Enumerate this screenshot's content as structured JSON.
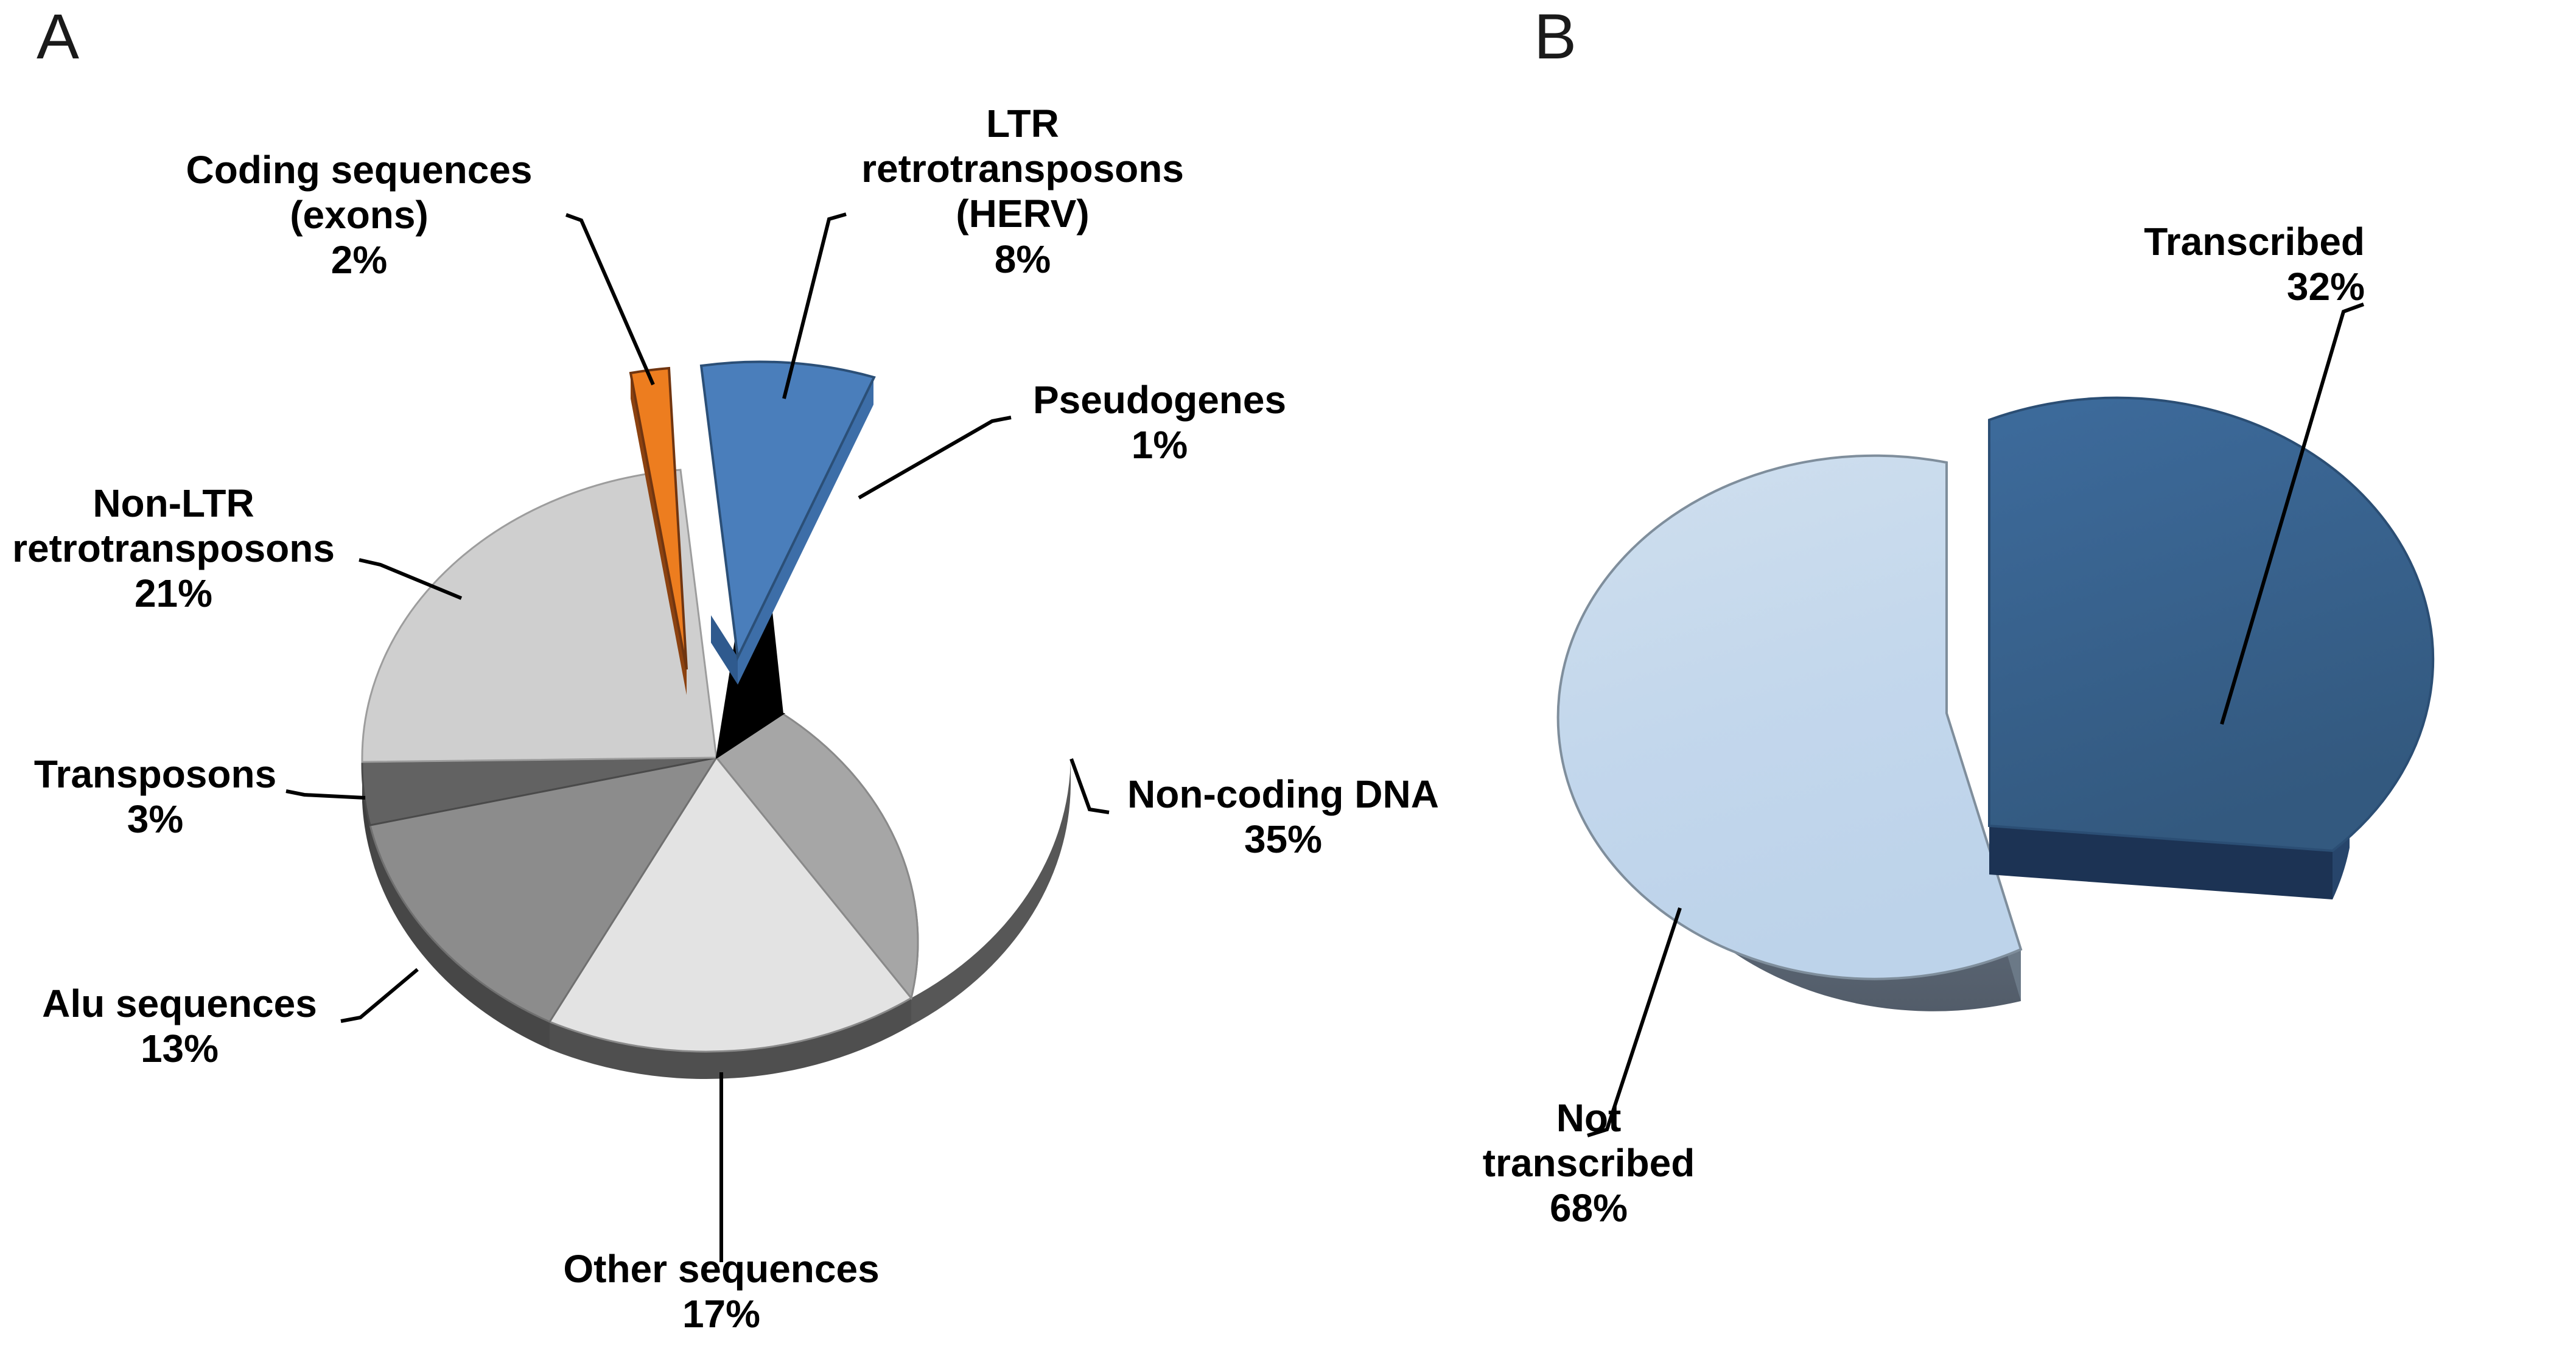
{
  "figure": {
    "background_color": "#ffffff",
    "panels": [
      {
        "letter": "A"
      },
      {
        "letter": "B"
      }
    ]
  },
  "panelA": {
    "letter": "A",
    "labels": [
      {
        "name": "coding-sequences",
        "text": "Coding sequences\n(exons)\n2%"
      },
      {
        "name": "ltr-retrotransposons",
        "text": "LTR\nretrotransposons\n(HERV)\n8%"
      },
      {
        "name": "pseudogenes",
        "text": "Pseudogenes\n1%"
      },
      {
        "name": "non-ltr-retrotransposons",
        "text": "Non-LTR\nretrotransposons\n21%"
      },
      {
        "name": "non-coding-dna",
        "text": "Non-coding DNA\n35%"
      },
      {
        "name": "transposons",
        "text": "Transposons\n3%"
      },
      {
        "name": "alu-sequences",
        "text": "Alu sequences\n13%"
      },
      {
        "name": "other-sequences",
        "text": "Other sequences\n17%"
      }
    ]
  },
  "panelB": {
    "letter": "B",
    "labels": [
      {
        "name": "transcribed",
        "text": "Transcribed\n32%"
      },
      {
        "name": "not-transcribed",
        "text": "Not\ntranscribed\n68%"
      }
    ]
  },
  "chart_data": [
    {
      "type": "pie",
      "id": "panel-a-genome-composition",
      "panel": "A",
      "title": "",
      "style": "3d-exploded",
      "legend": "none",
      "labels_on_chart": true,
      "total": 100,
      "units": "%",
      "categories": [
        "LTR retrotransposons (HERV)",
        "Pseudogenes",
        "Non-coding DNA",
        "Other sequences",
        "Alu sequences",
        "Transposons",
        "Non-LTR retrotransposons",
        "Coding sequences (exons)"
      ],
      "values": [
        8,
        1,
        35,
        17,
        13,
        3,
        21,
        2
      ],
      "colors": [
        "#4a7ebb",
        "#000000",
        "#a6a6a6",
        "#e3e3e3",
        "#8c8c8c",
        "#626262",
        "#cfcfcf",
        "#ed7d1f"
      ],
      "exploded": [
        true,
        false,
        false,
        false,
        false,
        false,
        false,
        true
      ],
      "label_texts": [
        "LTR\nretrotransposons\n(HERV)\n8%",
        "Pseudogenes\n1%",
        "Non-coding DNA\n35%",
        "Other sequences\n17%",
        "Alu sequences\n13%",
        "Transposons\n3%",
        "Non-LTR\nretrotransposons\n21%",
        "Coding sequences\n(exons)\n2%"
      ]
    },
    {
      "type": "pie",
      "id": "panel-b-transcription",
      "panel": "B",
      "title": "",
      "style": "3d-exploded",
      "legend": "none",
      "labels_on_chart": true,
      "total": 100,
      "units": "%",
      "categories": [
        "Transcribed",
        "Not transcribed"
      ],
      "values": [
        32,
        68
      ],
      "colors": [
        "#36618f",
        "#c3d7ec"
      ],
      "exploded": [
        true,
        false
      ],
      "label_texts": [
        "Transcribed\n32%",
        "Not\ntranscribed\n68%"
      ]
    }
  ]
}
